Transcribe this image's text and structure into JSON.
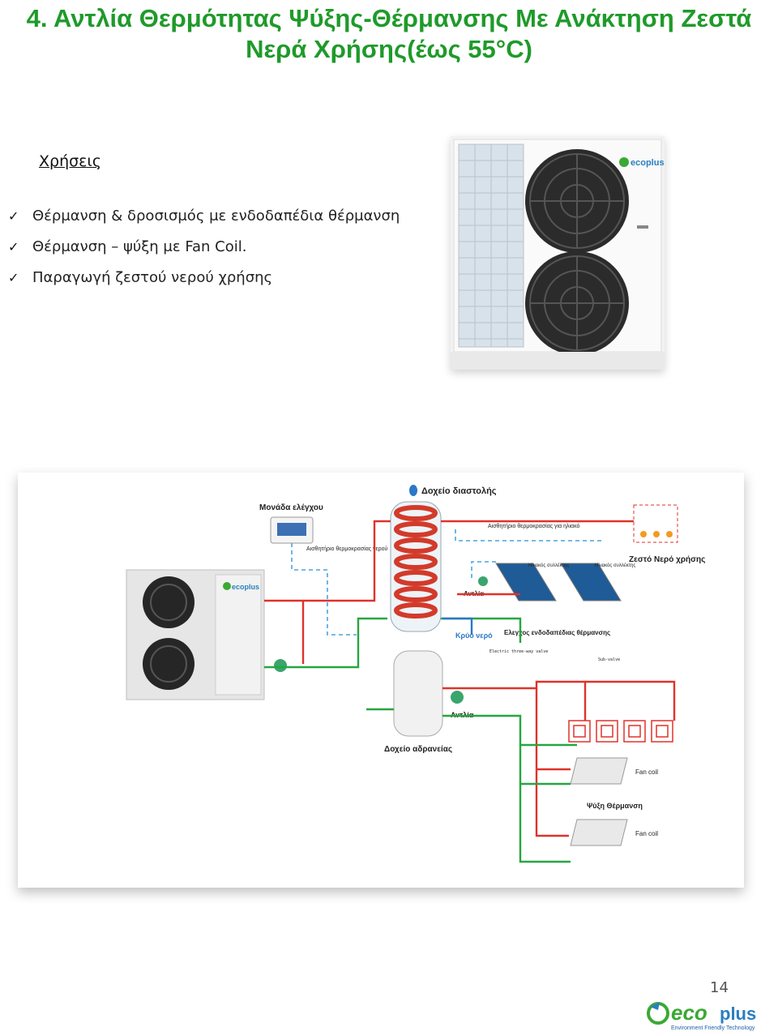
{
  "title": {
    "line1": "4. Αντλία Θερμότητας Ψύξης-Θέρμανσης Με Ανάκτηση Ζεστά",
    "line2": "Νερά Χρήσης(έως 55°C)"
  },
  "uses": {
    "heading": "Χρήσεις",
    "items": [
      "Θέρμανση & δροσισμός με ενδοδαπέδια θέρμανση",
      "Θέρμανση – ψύξη με Fan Coil.",
      "Παραγωγή ζεστού νερού χρήσης"
    ]
  },
  "photo": {
    "logo_text": "ecoplus"
  },
  "diagram": {
    "labels": {
      "control_unit": "Μονάδα ελέγχου",
      "expansion_tank": "Δοχείο διαστολής",
      "water_temp_sensor": "Αισθητήριο θερμοκρασίας νερού",
      "solar_temp_sensor": "Αισθητήριο θερμοκρασίας για ηλιακό",
      "solar_collector_1": "Ηλιακός συλλέκτης",
      "solar_collector_2": "Ηλιακός συλλέκτης",
      "hot_water": "Ζεστό Νερό χρήσης",
      "pump_1": "Αντλία",
      "cold_water": "Κρύο νερό",
      "underfloor_control": "Ελεγχος ενδοδαπέδιας θέρμανσης",
      "electric_valve": "Electric three-way valve",
      "sub_valve": "Sub-valve",
      "pump_2": "Αντλία",
      "buffer_tank": "Δοχείο αδρανείας",
      "fan_coil_1": "Fan coil",
      "cooling_heating": "Ψύξη Θέρμανση",
      "fan_coil_2": "Fan coil"
    },
    "unit_logo": "ecoplus"
  },
  "page_number": "14",
  "footer": {
    "logo_eco": "eco",
    "logo_plus": "plus",
    "tagline": "Environment Friendly Technology"
  },
  "colors": {
    "title_green": "#1f9a2a",
    "pipe_hot": "#e0322a",
    "pipe_return": "#27a640",
    "pipe_dashed": "#4aa3df"
  }
}
